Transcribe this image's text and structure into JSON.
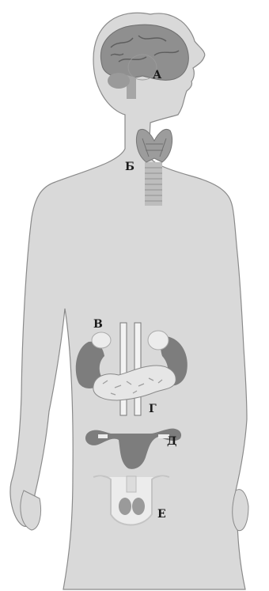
{
  "labels": {
    "a": "А",
    "b": "Б",
    "v": "В",
    "g": "Г",
    "d": "Д",
    "e": "Е"
  },
  "colors": {
    "body": "#d9d9d9",
    "outline": "#8a8a8a",
    "organ_dark": "#7d7d7d",
    "organ_light": "#b3b3b3",
    "organ_pale": "#ececec"
  }
}
